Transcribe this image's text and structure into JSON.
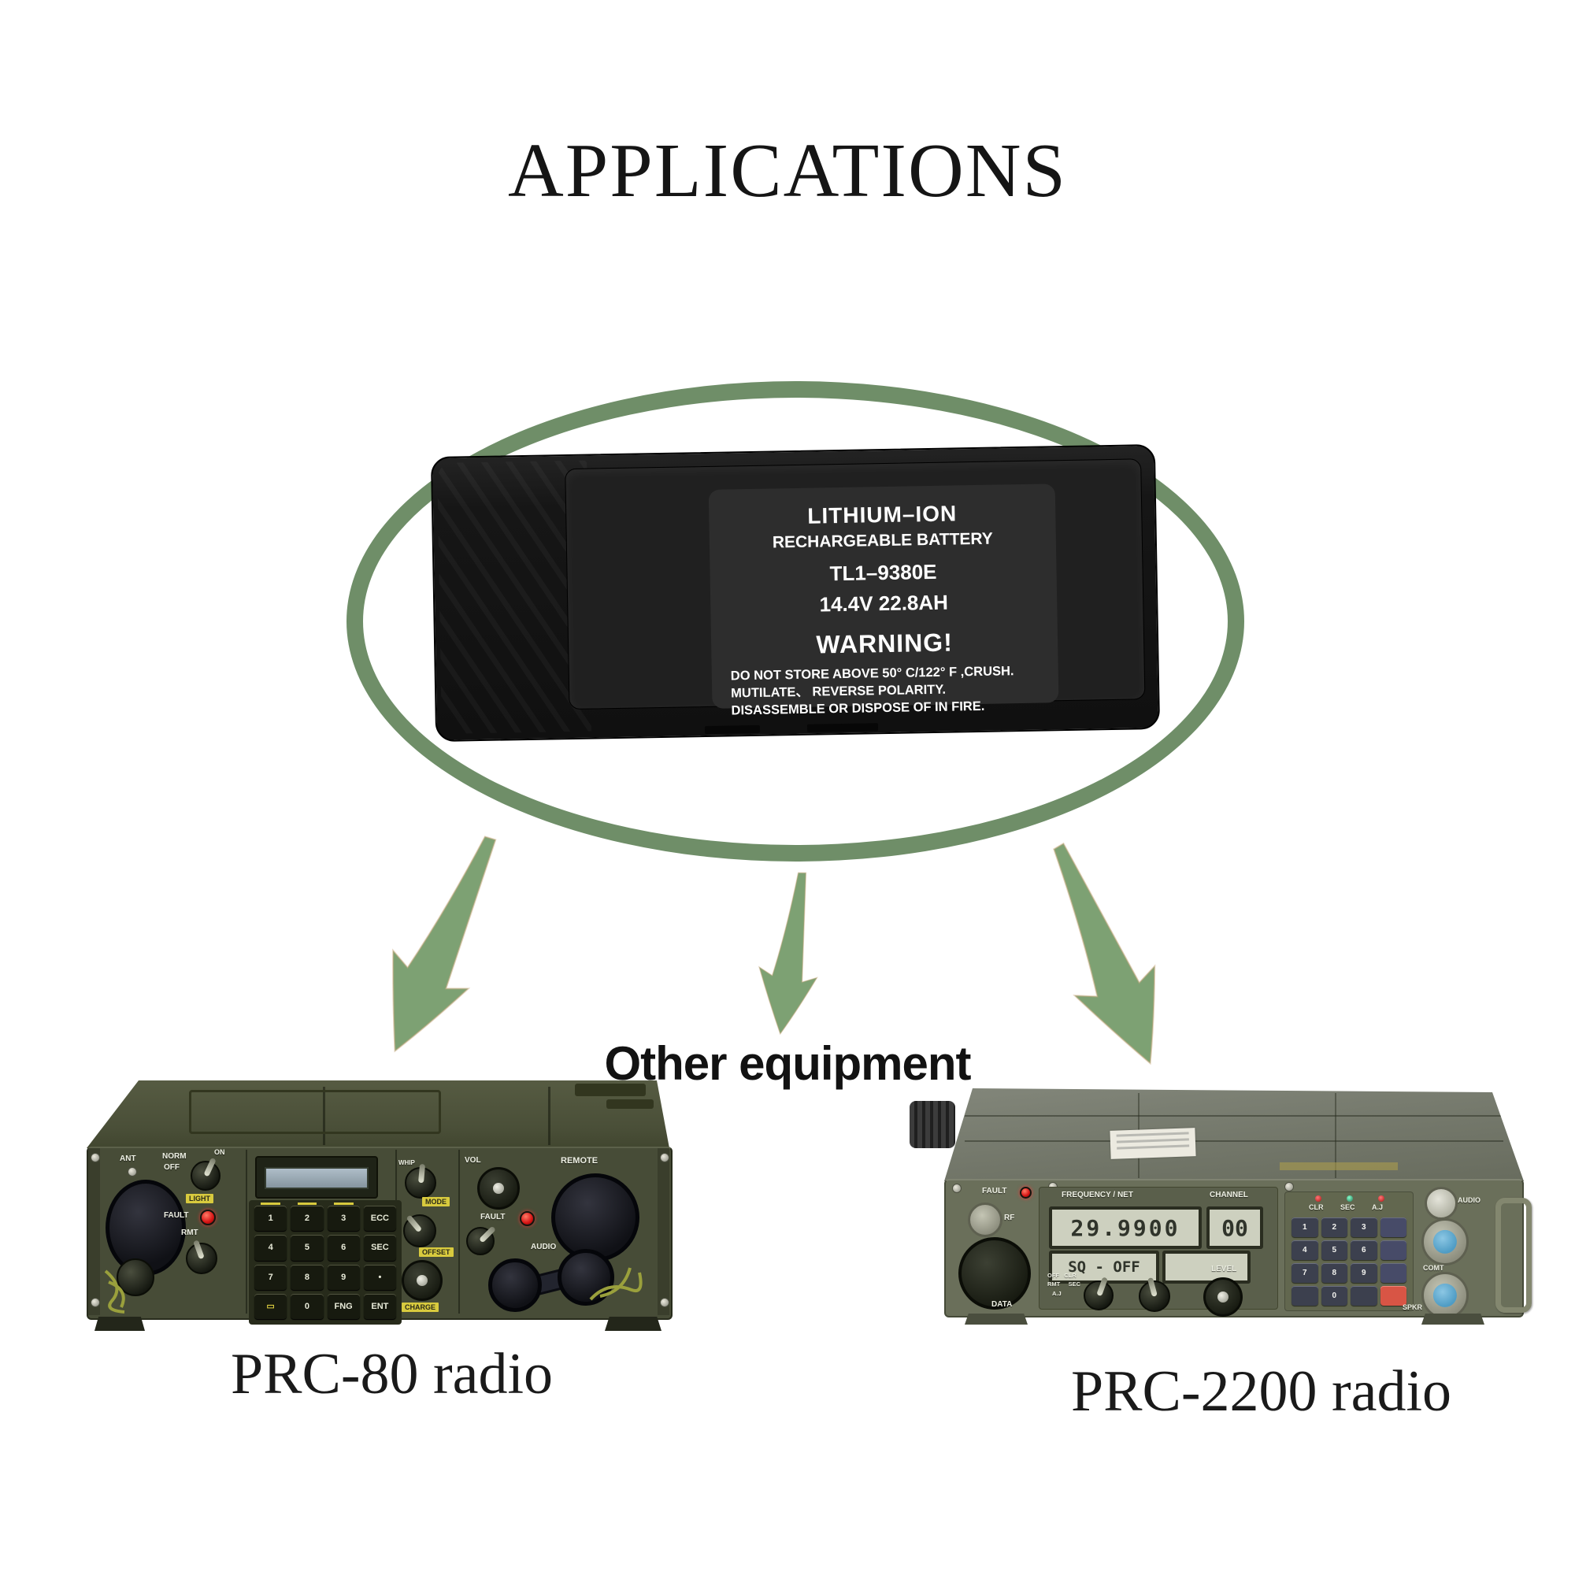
{
  "title": "APPLICATIONS",
  "battery": {
    "name": "LITHIUM–ION",
    "type": "RECHARGEABLE BATTERY",
    "model": "TL1–9380E",
    "rating": "14.4V 22.8AH",
    "warning_title": "WARNING!",
    "warning_lines": [
      "DO NOT STORE ABOVE 50° C/122° F ,CRUSH.",
      "MUTILATE、 REVERSE POLARITY.",
      "DISASSEMBLE OR DISPOSE OF IN FIRE."
    ]
  },
  "other_equipment": "Other equipment",
  "prc80": {
    "caption": "PRC-80 radio",
    "labels": {
      "ant": "ANT",
      "norm": "NORM",
      "off": "OFF",
      "on": "ON",
      "light": "LIGHT",
      "fault": "FAULT",
      "rmt": "RMT",
      "whip": "WHIP",
      "mode": "MODE",
      "offset": "OFFSET",
      "charge": "CHARGE",
      "vol": "VOL",
      "remote": "REMOTE",
      "audio": "AUDIO"
    },
    "keys": [
      "1",
      "2",
      "3",
      "ECC",
      "4",
      "5",
      "6",
      "SEC",
      "7",
      "8",
      "9",
      "•",
      "▭",
      "0",
      "FNG",
      "ENT"
    ]
  },
  "prc2200": {
    "caption": "PRC-2200 radio",
    "labels": {
      "fault": "FAULT",
      "rf": "RF",
      "freq_net": "FREQUENCY / NET",
      "channel": "CHANNEL",
      "level": "LEVEL",
      "data": "DATA",
      "clr": "CLR",
      "sec": "SEC",
      "aj": "A.J",
      "audio": "AUDIO",
      "comt": "COMT",
      "spkr": "SPKR",
      "knob_text": "OFF   CLR\nRMT     SEC\n   A.J"
    },
    "display": {
      "frequency": "29.9900",
      "channel": "00",
      "status": "SQ - OFF"
    },
    "keys": [
      "1",
      "2",
      "3",
      "",
      "4",
      "5",
      "6",
      "",
      "7",
      "8",
      "9",
      "",
      "",
      "0",
      "",
      ""
    ]
  },
  "colors": {
    "ellipse_green": "#6f8e68",
    "arrow_green": "#7da173",
    "battery_black": "#161616",
    "label_panel": "#2d2d2d",
    "prc80_body": "#474c37",
    "prc2200_body": "#6a6f5a",
    "led_red": "#d61414",
    "lcd": "#cdd0bf"
  }
}
